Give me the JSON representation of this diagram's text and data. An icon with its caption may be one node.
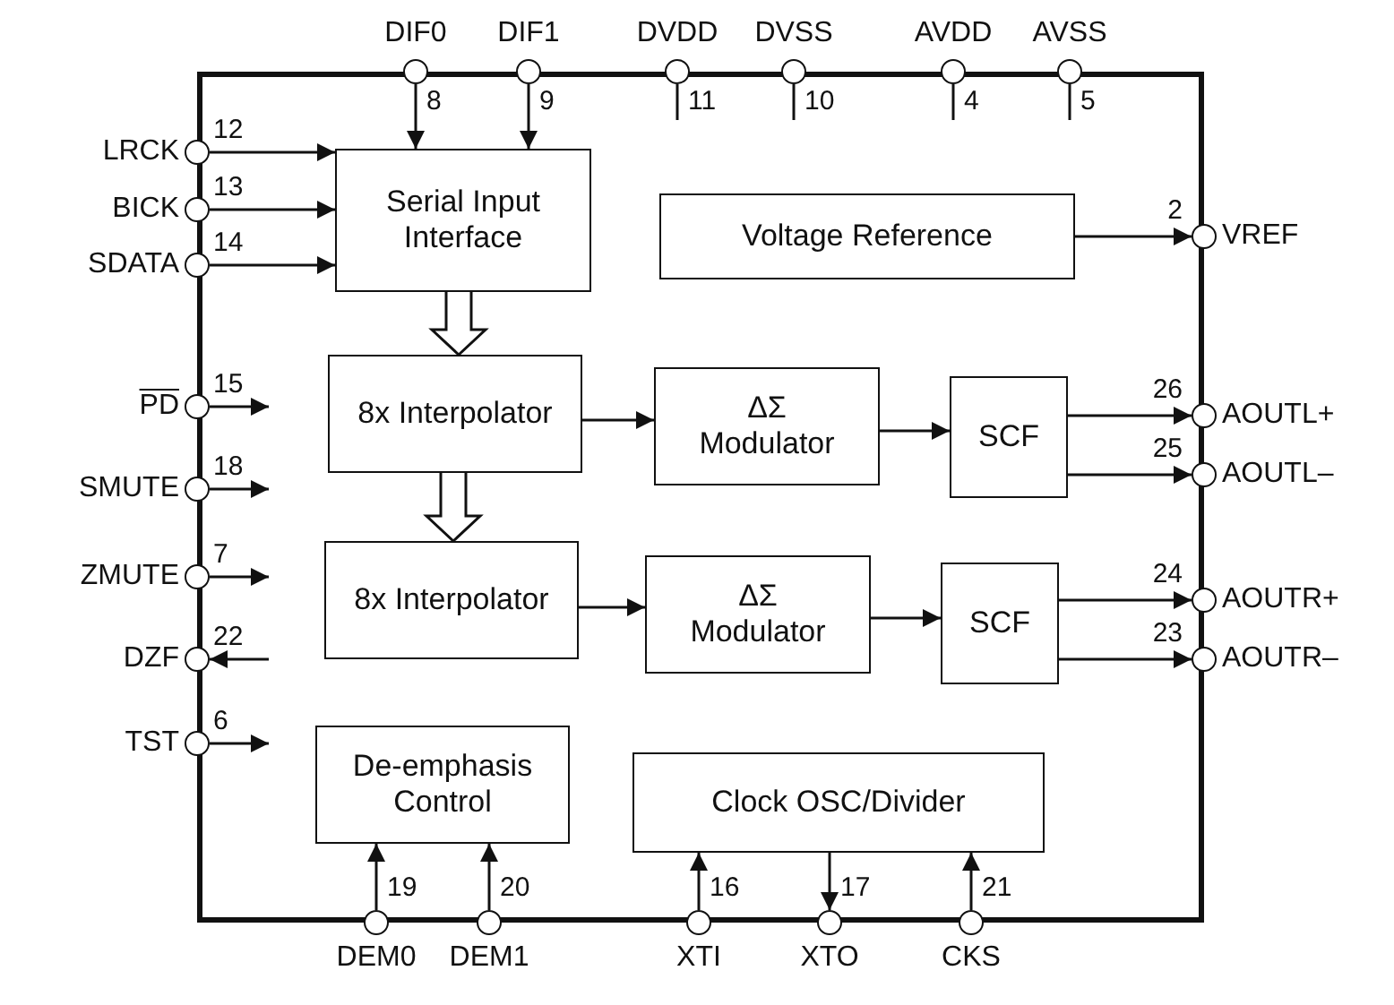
{
  "diagram": {
    "nodes": [
      {
        "text": [],
        "shape": "box"
      },
      {
        "text": [
          "DIF0"
        ],
        "beside": [
          "8"
        ]
      },
      {
        "text": [
          "DIF1"
        ],
        "beside": [
          "9"
        ]
      },
      {
        "text": [
          "DVDD"
        ],
        "beside": [
          "11"
        ]
      },
      {
        "text": [
          "DVSS"
        ],
        "beside": [
          "10"
        ]
      },
      {
        "text": [
          "AVDD"
        ],
        "beside": [
          "4"
        ]
      },
      {
        "text": [
          "AVSS"
        ],
        "beside": [
          "5"
        ]
      },
      {
        "text": [
          "LRCK"
        ],
        "beside": [
          "12"
        ]
      },
      {
        "text": [
          "BICK"
        ],
        "beside": [
          "13"
        ]
      },
      {
        "text": [
          "SDATA"
        ],
        "beside": [
          "14"
        ]
      },
      {
        "text": [
          "Serial Input Interface"
        ],
        "in": 0
      },
      {
        "text": [
          "Voltage Reference"
        ],
        "in": 0
      },
      {
        "text": [
          "VREF"
        ],
        "beside": [
          "2"
        ]
      },
      {
        "text": [
          "PD"
        ],
        "beside": [
          "15"
        ]
      },
      {
        "text": [
          "8x Interpolator"
        ],
        "in": 0
      },
      {
        "text": [
          "ΔΣ Modulator"
        ],
        "in": 0
      },
      {
        "text": [
          "SCF"
        ],
        "in": 0
      },
      {
        "text": [
          "AOUTL+"
        ],
        "beside": [
          "26"
        ]
      },
      {
        "text": [
          "AOUTL–"
        ],
        "beside": [
          "25"
        ]
      },
      {
        "text": [
          "SMUTE"
        ],
        "beside": [
          "18"
        ]
      },
      {
        "text": [
          "ZMUTE"
        ],
        "beside": [
          "7"
        ]
      },
      {
        "text": [
          "8x Interpolator"
        ],
        "in": 0
      },
      {
        "text": [
          "ΔΣ Modulator"
        ],
        "in": 0
      },
      {
        "text": [
          "SCF"
        ],
        "in": 0
      },
      {
        "text": [
          "AOUTR+"
        ],
        "beside": [
          "24"
        ]
      },
      {
        "text": [
          "AOUTR–"
        ],
        "beside": [
          "23"
        ]
      },
      {
        "text": [
          "DZF"
        ],
        "beside": [
          "22"
        ]
      },
      {
        "text": [
          "TST"
        ],
        "beside": [
          "6"
        ]
      },
      {
        "text": [
          "De-emphasis Control"
        ],
        "in": 0
      },
      {
        "text": [
          "Clock OSC/Divider"
        ],
        "in": 0
      },
      {
        "text": [
          "DEM0"
        ],
        "beside": [
          "19"
        ]
      },
      {
        "text": [
          "DEM1"
        ],
        "beside": [
          "20"
        ]
      },
      {
        "text": [
          "XTI"
        ],
        "beside": [
          "16"
        ]
      },
      {
        "text": [
          "XTO"
        ],
        "beside": [
          "17"
        ]
      },
      {
        "text": [
          "CKS"
        ],
        "beside": [
          "21"
        ]
      }
    ],
    "edges": [
      {
        "from": 1,
        "to": 10,
        "arrow": "to"
      },
      {
        "from": 2,
        "to": 10,
        "arrow": "to"
      },
      {
        "from": 3,
        "to": null,
        "arrow": "none"
      },
      {
        "from": 4,
        "to": null,
        "arrow": "none"
      },
      {
        "from": 5,
        "to": null,
        "arrow": "none"
      },
      {
        "from": 6,
        "to": null,
        "arrow": "none"
      },
      {
        "from": 7,
        "to": 10,
        "arrow": "to"
      },
      {
        "from": 8,
        "to": 10,
        "arrow": "to"
      },
      {
        "from": 9,
        "to": 10,
        "arrow": "to"
      },
      {
        "from": 11,
        "to": 12,
        "arrow": "to"
      },
      {
        "from": 10,
        "to": 14,
        "arrow": "to",
        "style": "thick"
      },
      {
        "from": 14,
        "to": 21,
        "arrow": "to",
        "style": "thick"
      },
      {
        "from": 13,
        "to": null,
        "arrow": "to"
      },
      {
        "from": 14,
        "to": 15,
        "arrow": "to"
      },
      {
        "from": 15,
        "to": 16,
        "arrow": "to"
      },
      {
        "from": 16,
        "to": 17,
        "arrow": "to"
      },
      {
        "from": 16,
        "to": 18,
        "arrow": "to"
      },
      {
        "from": 19,
        "to": null,
        "arrow": "to"
      },
      {
        "from": 20,
        "to": null,
        "arrow": "to"
      },
      {
        "from": 21,
        "to": 22,
        "arrow": "to"
      },
      {
        "from": 22,
        "to": 23,
        "arrow": "to"
      },
      {
        "from": 23,
        "to": 24,
        "arrow": "to"
      },
      {
        "from": 23,
        "to": 25,
        "arrow": "to"
      },
      {
        "from": null,
        "to": 26,
        "arrow": "to"
      },
      {
        "from": 27,
        "to": null,
        "arrow": "to"
      },
      {
        "from": 30,
        "to": 28,
        "arrow": "to"
      },
      {
        "from": 31,
        "to": 28,
        "arrow": "to"
      },
      {
        "from": 32,
        "to": 29,
        "arrow": "to"
      },
      {
        "from": 29,
        "to": 33,
        "arrow": "to"
      },
      {
        "from": 34,
        "to": 29,
        "arrow": "to"
      }
    ]
  }
}
